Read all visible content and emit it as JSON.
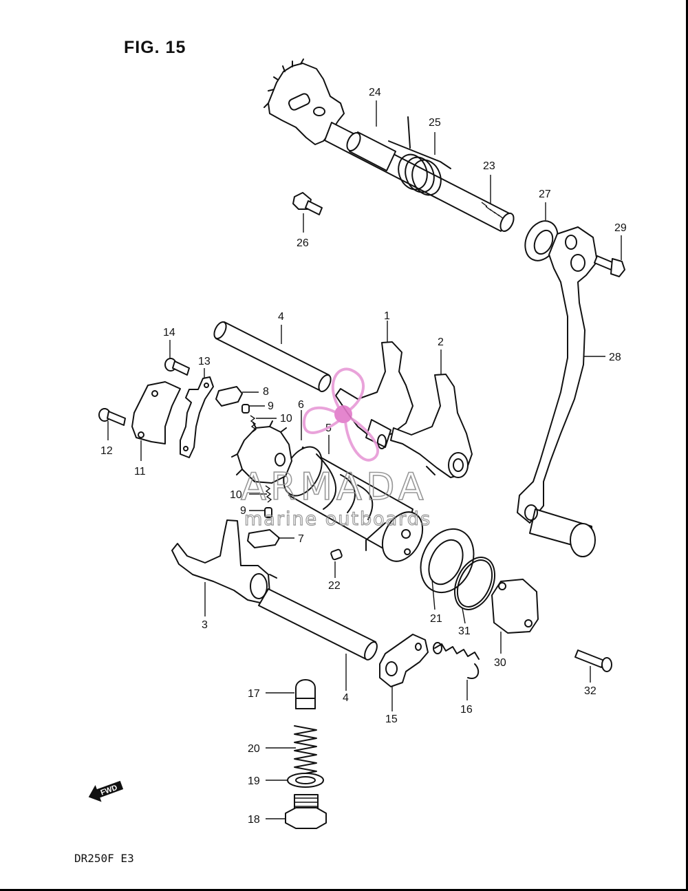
{
  "figure": {
    "title": "FIG. 15",
    "model": "DR250F  E3",
    "fwd_arrow_text": "FWD"
  },
  "watermark": {
    "brand": "ARMADA",
    "tagline": "marine outboards",
    "logo_color": "#e79ad6",
    "logo_center_color": "#e279c9",
    "text_color": "#8c8c8c"
  },
  "callouts": {
    "c1": "1",
    "c2": "2",
    "c3": "3",
    "c4a": "4",
    "c4b": "4",
    "c5": "5",
    "c6": "6",
    "c7": "7",
    "c8": "8",
    "c9a": "9",
    "c9b": "9",
    "c10a": "10",
    "c10b": "10",
    "c11": "11",
    "c12": "12",
    "c13": "13",
    "c14": "14",
    "c15": "15",
    "c16": "16",
    "c17": "17",
    "c18": "18",
    "c19": "19",
    "c20": "20",
    "c21": "21",
    "c22": "22",
    "c23": "23",
    "c24": "24",
    "c25": "25",
    "c26": "26",
    "c27": "27",
    "c28": "28",
    "c29": "29",
    "c30": "30",
    "c31": "31",
    "c32": "32"
  }
}
